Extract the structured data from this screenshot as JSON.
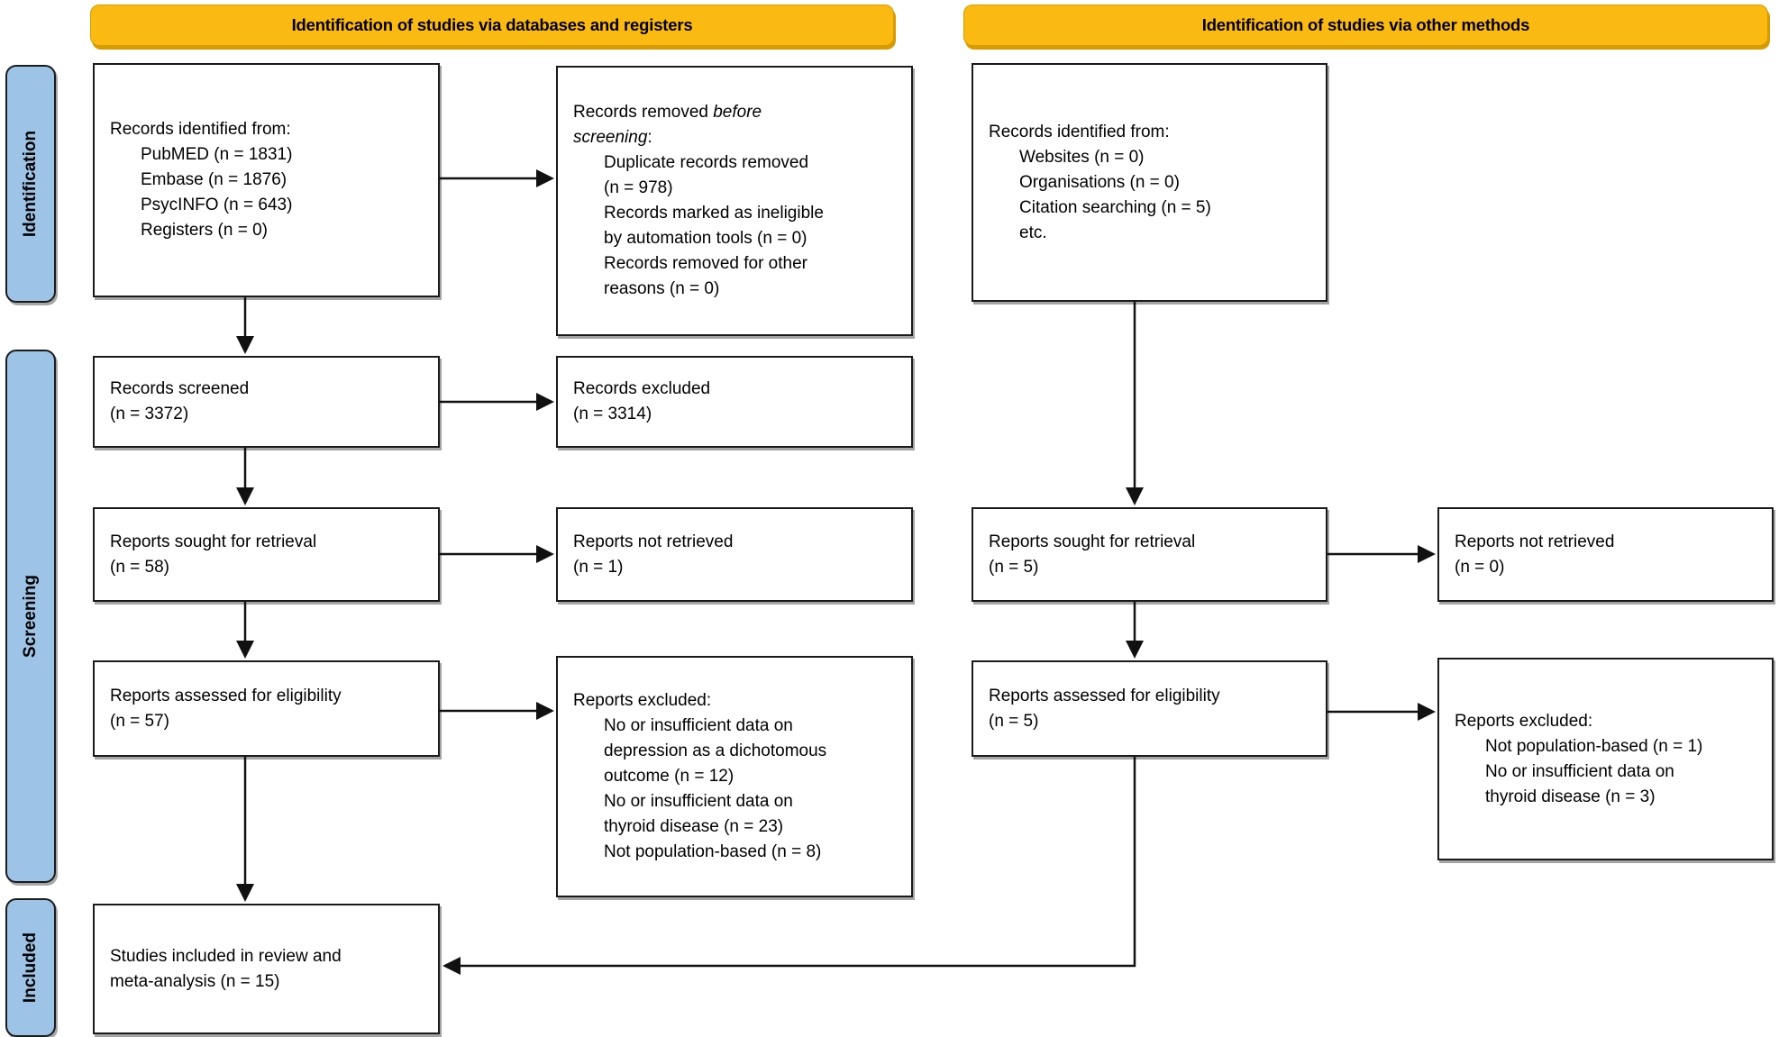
{
  "colors": {
    "banner": "#FBBA12",
    "banner_shadow": "#D79B00",
    "sidebar": "#9DC3E6"
  },
  "banners": {
    "databases": "Identification of studies via databases and registers",
    "other": "Identification of studies via other methods"
  },
  "sidebar": {
    "identification": "Identification",
    "screening": "Screening",
    "included": "Included"
  },
  "boxes": {
    "records_identified_db": {
      "lines": [
        "Records identified from:",
        "PubMED (n = 1831)",
        "Embase (n = 1876)",
        "PsycINFO (n = 643)",
        "Registers (n = 0)"
      ]
    },
    "records_removed": {
      "line1_roman": "Records removed ",
      "line1_italic": "before",
      "line2_italic": "screening",
      "line2_roman": ":",
      "lines": [
        "Duplicate records removed",
        "(n = 978)",
        "Records marked as ineligible",
        "by automation tools (n = 0)",
        "Records removed for other",
        "reasons (n = 0)"
      ]
    },
    "records_screened": {
      "lines": [
        "Records screened",
        "(n = 3372)"
      ]
    },
    "records_excluded": {
      "lines": [
        "Records excluded",
        "(n = 3314)"
      ]
    },
    "reports_sought_db": {
      "lines": [
        "Reports sought for retrieval",
        "(n = 58)"
      ]
    },
    "reports_not_retrieved_db": {
      "lines": [
        "Reports not retrieved",
        "(n = 1)"
      ]
    },
    "reports_assessed_db": {
      "lines": [
        "Reports assessed for eligibility",
        "(n = 57)"
      ]
    },
    "reports_excluded_db": {
      "lines": [
        "Reports excluded:",
        "No or insufficient data on",
        "depression as a dichotomous",
        "outcome (n = 12)",
        "No or insufficient data on",
        "thyroid disease (n = 23)",
        "Not population-based (n = 8)"
      ]
    },
    "studies_included": {
      "lines": [
        "Studies included in review and",
        "meta-analysis (n = 15)"
      ]
    },
    "records_identified_other": {
      "lines": [
        "Records identified from:",
        "Websites (n = 0)",
        "Organisations (n = 0)",
        "Citation searching (n = 5)",
        "etc."
      ]
    },
    "reports_sought_other": {
      "lines": [
        "Reports sought for retrieval",
        "(n = 5)"
      ]
    },
    "reports_not_retrieved_other": {
      "lines": [
        "Reports not retrieved",
        "(n = 0)"
      ]
    },
    "reports_assessed_other": {
      "lines": [
        "Reports assessed for eligibility",
        "(n = 5)"
      ]
    },
    "reports_excluded_other": {
      "lines": [
        "Reports excluded:",
        "Not population-based (n = 1)",
        "No or insufficient data on",
        "thyroid disease (n = 3)"
      ]
    }
  }
}
